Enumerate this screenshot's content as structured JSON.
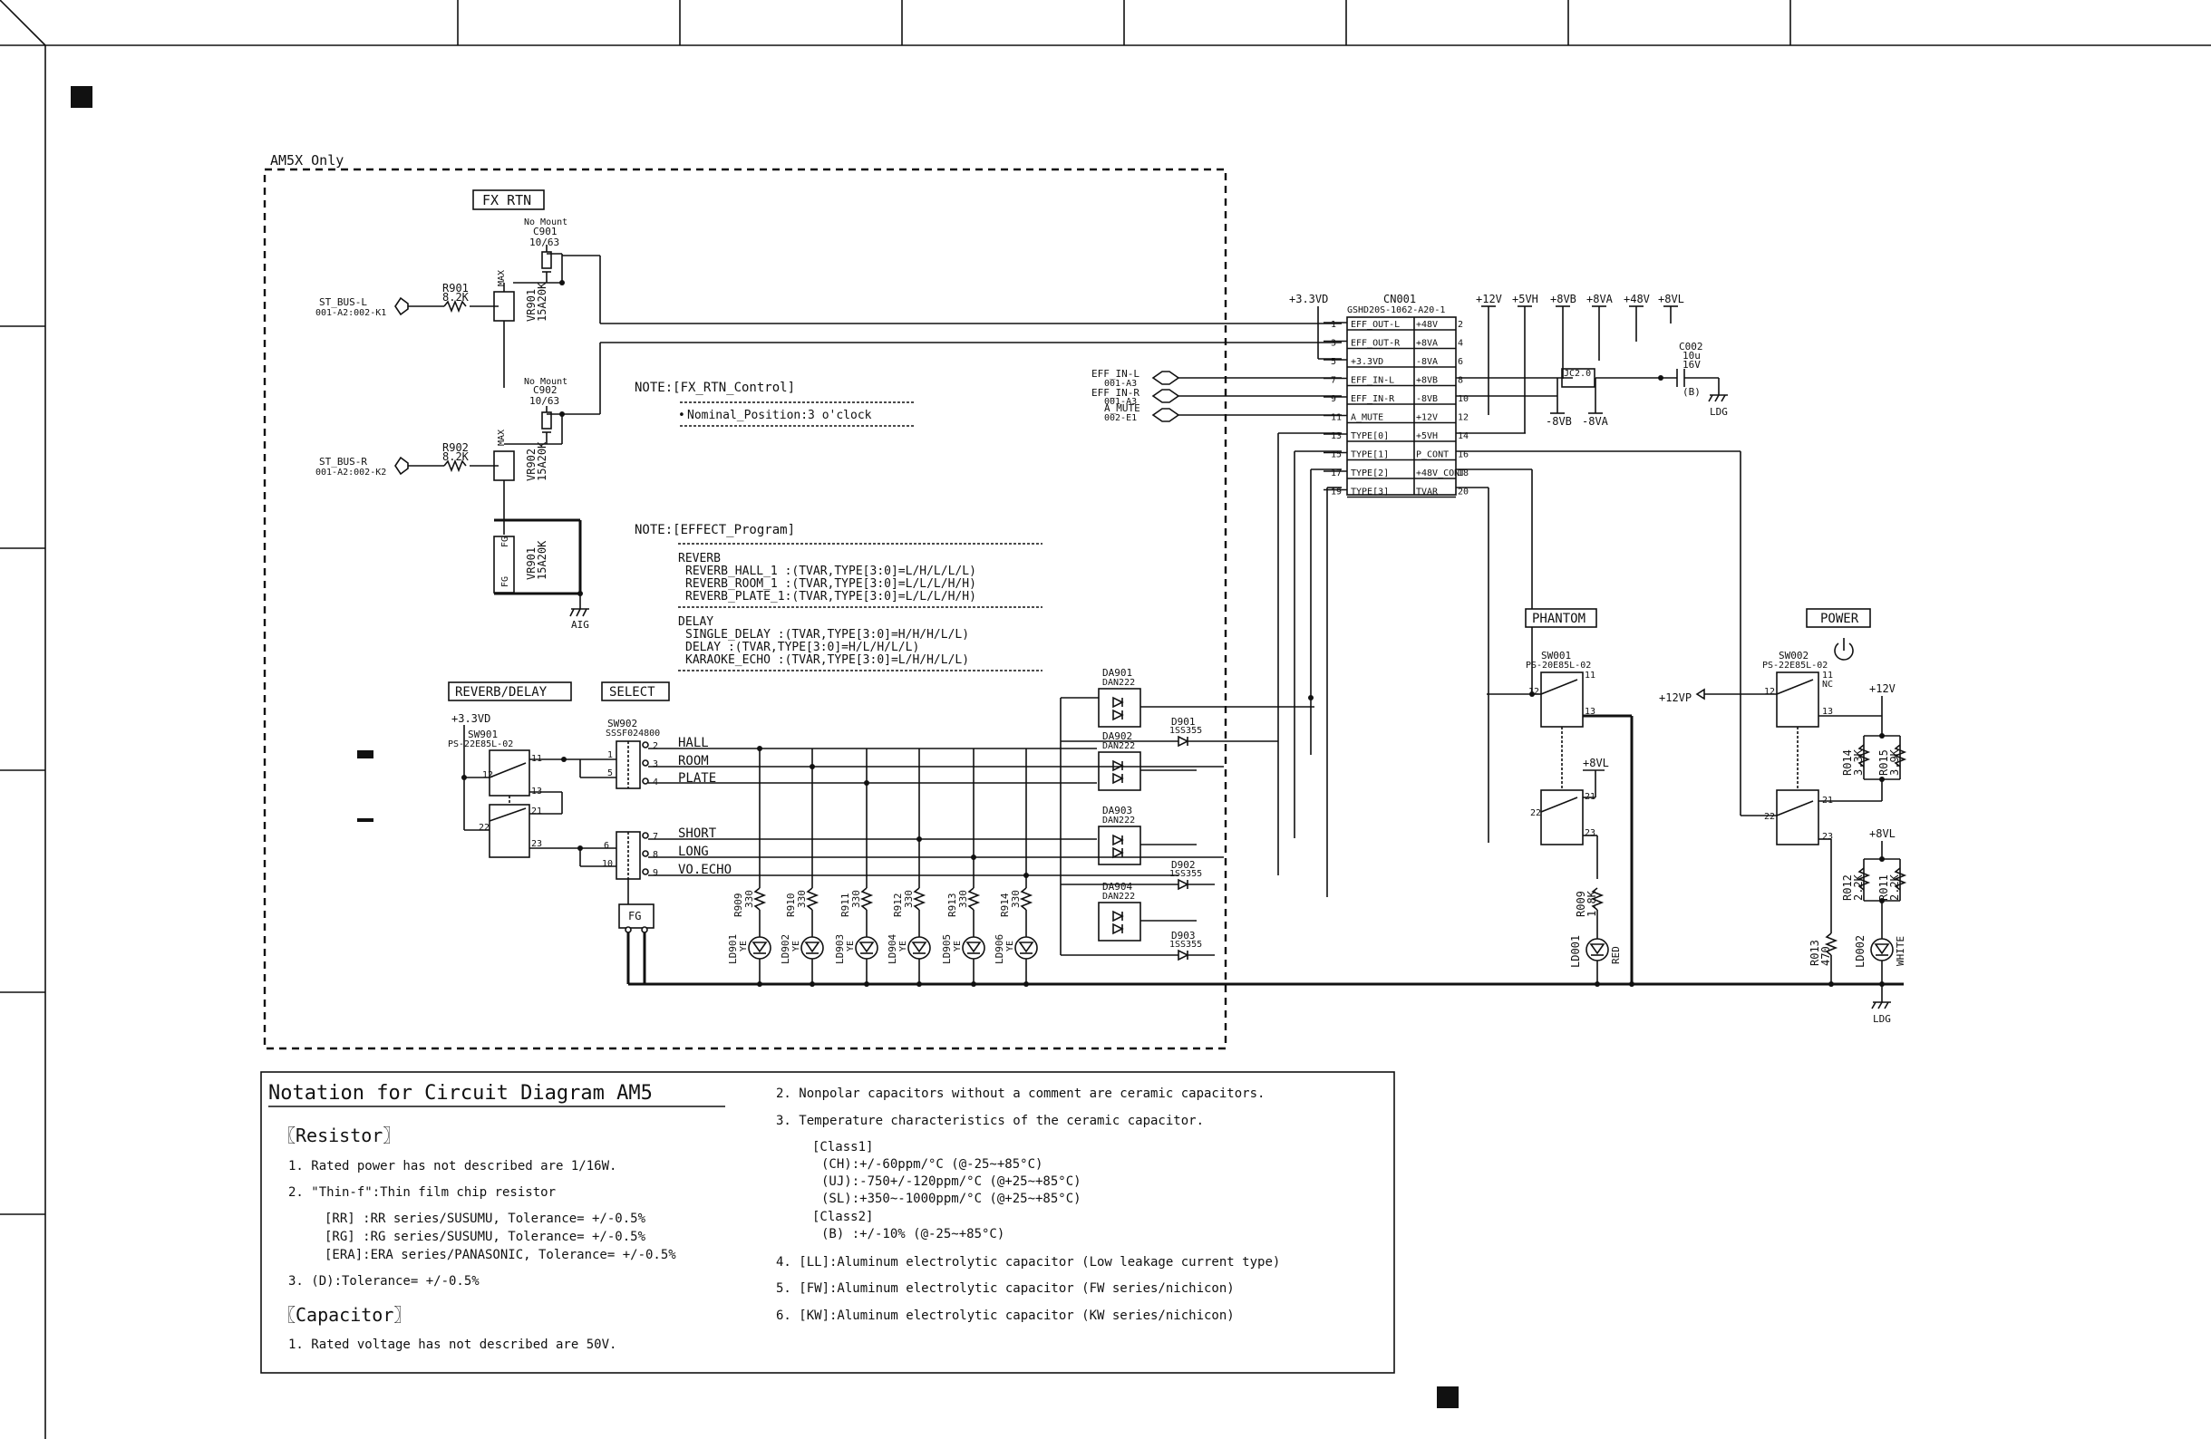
{
  "region_label": "AM5X Only",
  "fx_rtn": {
    "label": "FX RTN",
    "c901": {
      "mount": "No Mount",
      "ref": "C901",
      "value": "10/63"
    },
    "c902": {
      "mount": "No Mount",
      "ref": "C902",
      "value": "10/63"
    },
    "r901": {
      "ref": "R901",
      "value": "8.2K"
    },
    "r902": {
      "ref": "R902",
      "value": "8.2K"
    },
    "vr901": {
      "ref": "VR901",
      "value": "15A20K"
    },
    "vr902": {
      "ref": "VR902",
      "value": "15A20K"
    },
    "vr903": {
      "ref": "VR901",
      "value": "15A20K"
    },
    "max_label": "MAX",
    "fg_label": "FG",
    "st_bus_l": {
      "net": "ST_BUS-L",
      "ref": "001-A2:002-K1"
    },
    "st_bus_r": {
      "net": "ST_BUS-R",
      "ref": "001-A2:002-K2"
    },
    "gnd": "AIG"
  },
  "notes": {
    "fx_note_title": "NOTE:[FX_RTN_Control]",
    "fx_note_body": "Nominal_Position:3 o'clock",
    "eff_note_title": "NOTE:[EFFECT_Program]",
    "reverb_header": "REVERB",
    "reverb_lines": [
      "REVERB_HALL_1  :(TVAR,TYPE[3:0]=L/H/L/L/L)",
      "REVERB_ROOM_1  :(TVAR,TYPE[3:0]=L/L/L/H/H)",
      "REVERB_PLATE_1:(TVAR,TYPE[3:0]=L/L/L/H/H)"
    ],
    "delay_header": "DELAY",
    "delay_lines": [
      "SINGLE_DELAY   :(TVAR,TYPE[3:0]=H/H/H/L/L)",
      "DELAY           :(TVAR,TYPE[3:0]=H/L/H/L/L)",
      "KARAOKE_ECHO   :(TVAR,TYPE[3:0]=L/H/H/L/L)"
    ]
  },
  "connector": {
    "ref": "CN001",
    "part": "GSHD20S-1062-A20-1",
    "supply_3v3": "+3.3VD",
    "left_pins": [
      {
        "n": "1",
        "name": "EFF_OUT-L"
      },
      {
        "n": "3",
        "name": "EFF_OUT-R"
      },
      {
        "n": "5",
        "name": "+3.3VD"
      },
      {
        "n": "7",
        "name": "EFF_IN-L"
      },
      {
        "n": "9",
        "name": "EFF_IN-R"
      },
      {
        "n": "11",
        "name": "A_MUTE"
      },
      {
        "n": "13",
        "name": "TYPE[0]"
      },
      {
        "n": "15",
        "name": "TYPE[1]"
      },
      {
        "n": "17",
        "name": "TYPE[2]"
      },
      {
        "n": "19",
        "name": "TYPE[3]"
      }
    ],
    "right_pins": [
      {
        "n": "2",
        "name": "+48V"
      },
      {
        "n": "4",
        "name": "+8VA"
      },
      {
        "n": "6",
        "name": "-8VA"
      },
      {
        "n": "8",
        "name": "+8VB"
      },
      {
        "n": "10",
        "name": "-8VB"
      },
      {
        "n": "12",
        "name": "+12V"
      },
      {
        "n": "14",
        "name": "+5VH"
      },
      {
        "n": "16",
        "name": "P_CONT"
      },
      {
        "n": "18",
        "name": "+48V_CONT"
      },
      {
        "n": "20",
        "name": "TVAR"
      }
    ],
    "rails": [
      "+12V",
      "+5VH",
      "+8VB",
      "+8VA",
      "+48V",
      "+8VL"
    ],
    "neg_rails": [
      "-8VB",
      "-8VA"
    ],
    "eff_in_l": {
      "net": "EFF_IN-L",
      "ref": "001-A3"
    },
    "eff_in_r": {
      "net": "EFF_IN-R",
      "ref": "001-A3"
    },
    "a_mute": {
      "net": "A_MUTE",
      "ref": "002-E1"
    },
    "jc": "JC2.0",
    "c002": {
      "ref": "C002",
      "value": "10u",
      "voltage": "16V",
      "grade": "(B)"
    },
    "ldg": "LDG"
  },
  "switches": {
    "reverb_delay_label": "REVERB/DELAY",
    "select_label": "SELECT",
    "phantom_label": "PHANTOM",
    "power_label": "POWER",
    "sw901": {
      "ref": "SW901",
      "part": "PS-22E85L-02",
      "supply": "+3.3VD"
    },
    "sw902": {
      "ref": "SW902",
      "part": "SSSF024800"
    },
    "sw001": {
      "ref": "SW001",
      "part": "PS-20E85L-02"
    },
    "sw002": {
      "ref": "SW002",
      "part": "PS-22E85L-02"
    },
    "nc": "NC",
    "plus12vp": "+12VP",
    "plus12v": "+12V",
    "plus8vl": "+8VL",
    "positions_a": [
      "HALL",
      "ROOM",
      "PLATE"
    ],
    "positions_b": [
      "SHORT",
      "LONG",
      "VO.ECHO"
    ],
    "fg": "FG"
  },
  "diodes": {
    "da901": {
      "ref": "DA901",
      "part": "DAN222"
    },
    "da902": {
      "ref": "DA902",
      "part": "DAN222"
    },
    "da903": {
      "ref": "DA903",
      "part": "DAN222"
    },
    "da904": {
      "ref": "DA904",
      "part": "DAN222"
    },
    "d901": {
      "ref": "D901",
      "part": "1SS355"
    },
    "d902": {
      "ref": "D902",
      "part": "1SS355"
    },
    "d903": {
      "ref": "D903",
      "part": "1SS355"
    }
  },
  "leds": [
    {
      "r": "R909",
      "rv": "330",
      "ld": "LD901",
      "color": "YE"
    },
    {
      "r": "R910",
      "rv": "330",
      "ld": "LD902",
      "color": "YE"
    },
    {
      "r": "R911",
      "rv": "330",
      "ld": "LD903",
      "color": "YE"
    },
    {
      "r": "R912",
      "rv": "330",
      "ld": "LD904",
      "color": "YE"
    },
    {
      "r": "R913",
      "rv": "330",
      "ld": "LD905",
      "color": "YE"
    },
    {
      "r": "R914",
      "rv": "330",
      "ld": "LD906",
      "color": "YE"
    }
  ],
  "power_leds": {
    "r009": {
      "ref": "R009",
      "value": "1.8K"
    },
    "ld001": {
      "ref": "LD001",
      "color": "RED"
    },
    "r013": {
      "ref": "R013",
      "value": "470"
    },
    "ld002": {
      "ref": "LD002",
      "color": "WHITE"
    },
    "r014": {
      "ref": "R014",
      "value": "3.3K"
    },
    "r015": {
      "ref": "R015",
      "value": "3.9K"
    },
    "r012": {
      "ref": "R012",
      "value": "2.2K"
    },
    "r011": {
      "ref": "R011",
      "value": "2.2K"
    },
    "ldg": "LDG"
  },
  "notation": {
    "title": "Notation for Circuit Diagram AM5",
    "resistor_header": "〖Resistor〗",
    "r1": "1. Rated power has not described are 1/16W.",
    "r2": "2. \"Thin-f\":Thin film chip resistor",
    "r2a": "[RR] :RR series/SUSUMU,  Tolerance= +/-0.5%",
    "r2b": "[RG] :RG series/SUSUMU,  Tolerance= +/-0.5%",
    "r2c": "[ERA]:ERA series/PANASONIC,  Tolerance= +/-0.5%",
    "r3": "3. (D):Tolerance= +/-0.5%",
    "capacitor_header": "〖Capacitor〗",
    "c1": "1. Rated voltage has not described are 50V.",
    "c2": "2. Nonpolar capacitors without a comment are ceramic capacitors.",
    "c3": "3. Temperature characteristics of the ceramic capacitor.",
    "class1": "[Class1]",
    "ch": "(CH):+/-60ppm/°C (@-25~+85°C)",
    "uj": "(UJ):-750+/-120ppm/°C (@+25~+85°C)",
    "sl": "(SL):+350~-1000ppm/°C (@+25~+85°C)",
    "class2": "[Class2]",
    "b": "(B) :+/-10% (@-25~+85°C)",
    "c4": "4. [LL]:Aluminum electrolytic capacitor (Low leakage current type)",
    "c5": "5. [FW]:Aluminum electrolytic capacitor (FW series/nichicon)",
    "c6": "6. [KW]:Aluminum electrolytic capacitor (KW series/nichicon)"
  }
}
